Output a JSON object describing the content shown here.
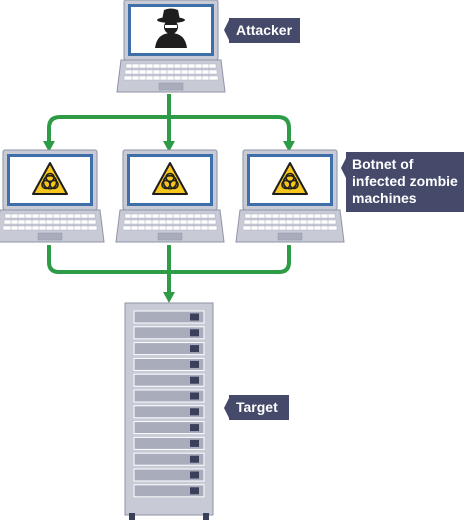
{
  "labels": {
    "attacker": "Attacker",
    "botnet_line1": "Botnet of",
    "botnet_line2": "infected zombie",
    "botnet_line3": "machines",
    "target": "Target"
  },
  "colors": {
    "link": "#2e9b46",
    "callout_bg": "#454a6b",
    "laptop_body": "#c8cbd6",
    "laptop_outline": "#8f93a6",
    "screen_bezel": "#3e6fa9",
    "screen_fill": "#ffffff",
    "hazard_yellow": "#f7c61c",
    "server_fill": "#c8cbd6",
    "server_slot": "#a8acbb",
    "server_indicator": "#3a3f5a"
  },
  "icons": {
    "attacker_screen": "hooded-spy-icon",
    "zombie_screen": "biohazard-warning-icon",
    "target": "server-rack-icon"
  }
}
